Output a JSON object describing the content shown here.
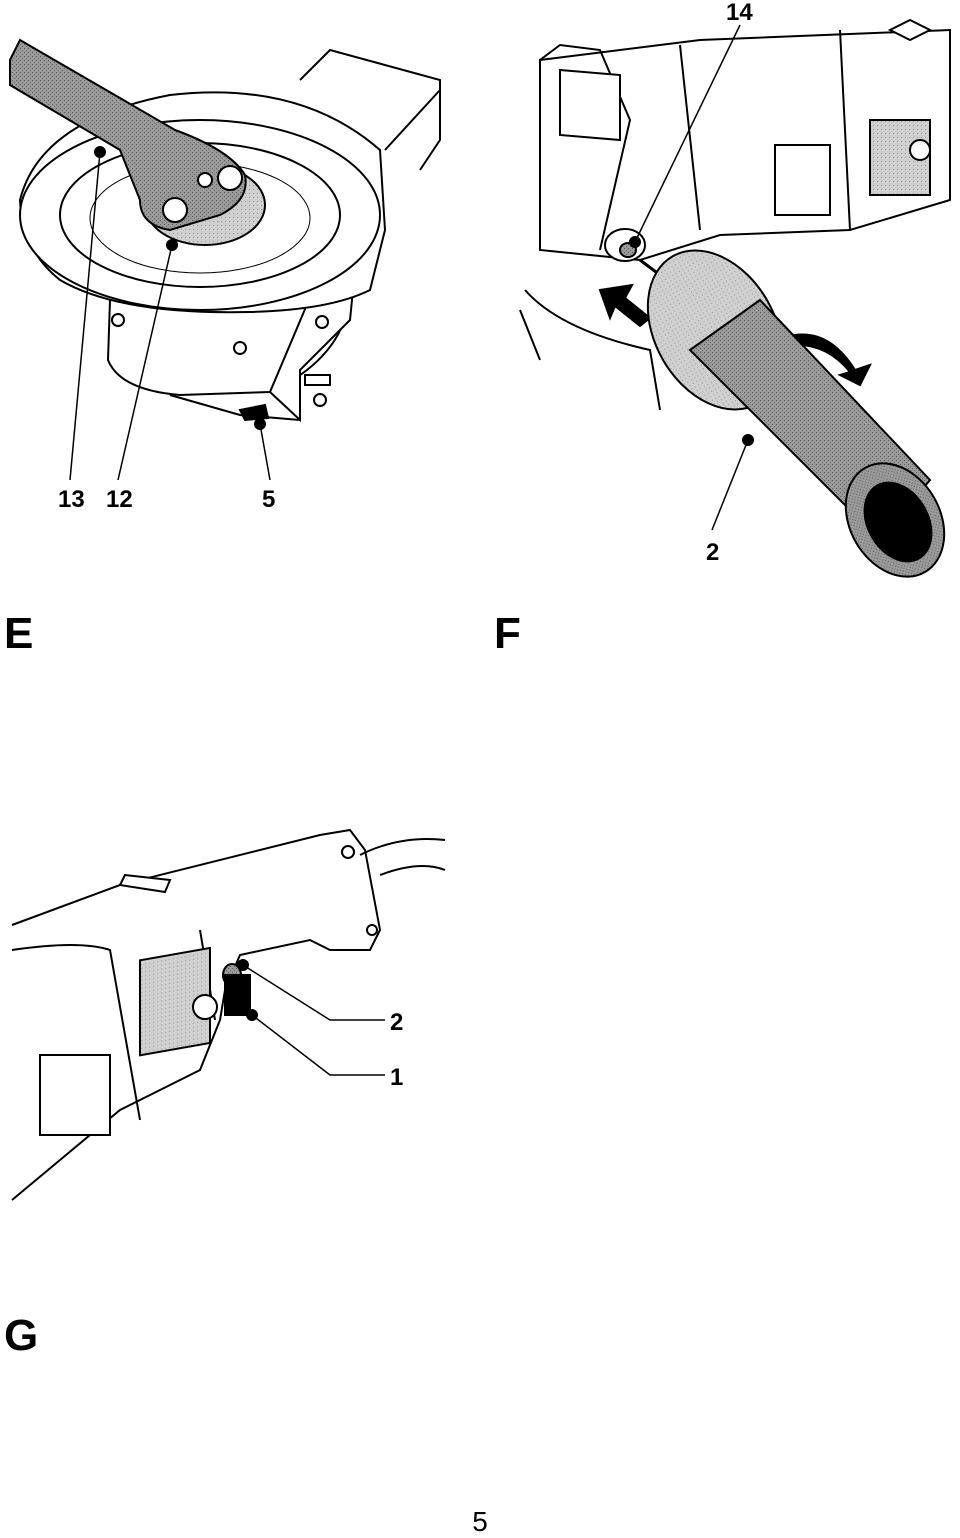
{
  "figures": [
    {
      "letter": "E",
      "callouts": [
        "13",
        "12",
        "5"
      ]
    },
    {
      "letter": "F",
      "callouts": [
        "14",
        "2"
      ]
    },
    {
      "letter": "G",
      "callouts": [
        "2",
        "1"
      ]
    }
  ],
  "page_number": "5",
  "colors": {
    "line": "#000000",
    "grip_fill": "#8a8a8a",
    "wrench_fill": "#777777",
    "shade": "#cfcfcf"
  }
}
